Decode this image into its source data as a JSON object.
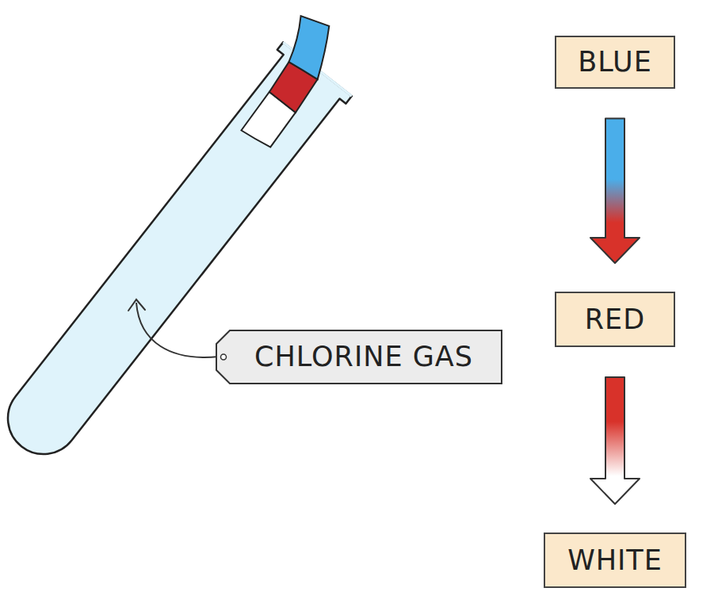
{
  "diagram": {
    "nodes": [
      {
        "text": [
          "BLUE"
        ]
      },
      {
        "text": [
          "RED"
        ]
      },
      {
        "text": [
          "CHLORINE GAS"
        ]
      },
      {
        "text": [
          "WHITE"
        ]
      }
    ],
    "edges": [
      {
        "from": 0,
        "to": 1,
        "arrow": "to"
      },
      {
        "from": 1,
        "to": 3,
        "arrow": "to"
      }
    ]
  }
}
